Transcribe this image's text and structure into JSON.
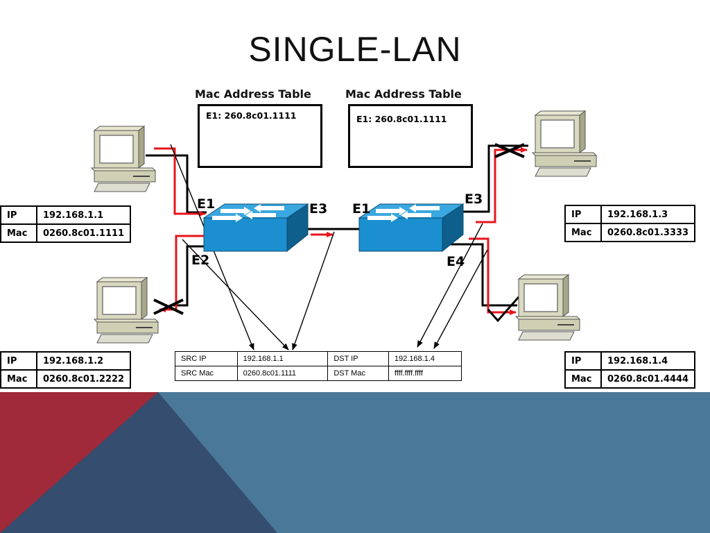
{
  "slide": {
    "title": "SINGLE-LAN"
  },
  "mac_tables": [
    {
      "label": "Mac Address Table",
      "entry": "E1: 260.8c01.1111"
    },
    {
      "label": "Mac Address Table",
      "entry": "E1: 260.8c01.1111"
    }
  ],
  "ports": {
    "sw1_e1": "E1",
    "sw1_e2": "E2",
    "sw1_e3": "E3",
    "sw2_e1": "E1",
    "sw2_e3": "E3",
    "sw2_e4": "E4"
  },
  "hosts": {
    "pc1": {
      "ip_label": "IP",
      "ip": "192.168.1.1",
      "mac_label": "Mac",
      "mac": "0260.8c01.1111"
    },
    "pc2": {
      "ip_label": "IP",
      "ip": "192.168.1.2",
      "mac_label": "Mac",
      "mac": "0260.8c01.2222"
    },
    "pc3": {
      "ip_label": "IP",
      "ip": "192.168.1.3",
      "mac_label": "Mac",
      "mac": "0260.8c01.3333"
    },
    "pc4": {
      "ip_label": "IP",
      "ip": "192.168.1.4",
      "mac_label": "Mac",
      "mac": "0260.8c01.4444"
    }
  },
  "frame": {
    "src_ip_label": "SRC IP",
    "src_ip": "192.168.1.1",
    "dst_ip_label": "DST IP",
    "dst_ip": "192.168.1.4",
    "src_mac_label": "SRC Mac",
    "src_mac": "0260.8c01.1111",
    "dst_mac_label": "DST Mac",
    "dst_mac": "ffff.ffff.ffff"
  },
  "colors": {
    "accent_red": "#e8141c",
    "switch_blue": "#1b8fd0",
    "footer_blue": "#4a7898",
    "footer_navy": "#354d6e",
    "footer_red": "#a0293a"
  },
  "icons": [
    "computer-icon",
    "switch-icon",
    "blocked-x-icon"
  ]
}
